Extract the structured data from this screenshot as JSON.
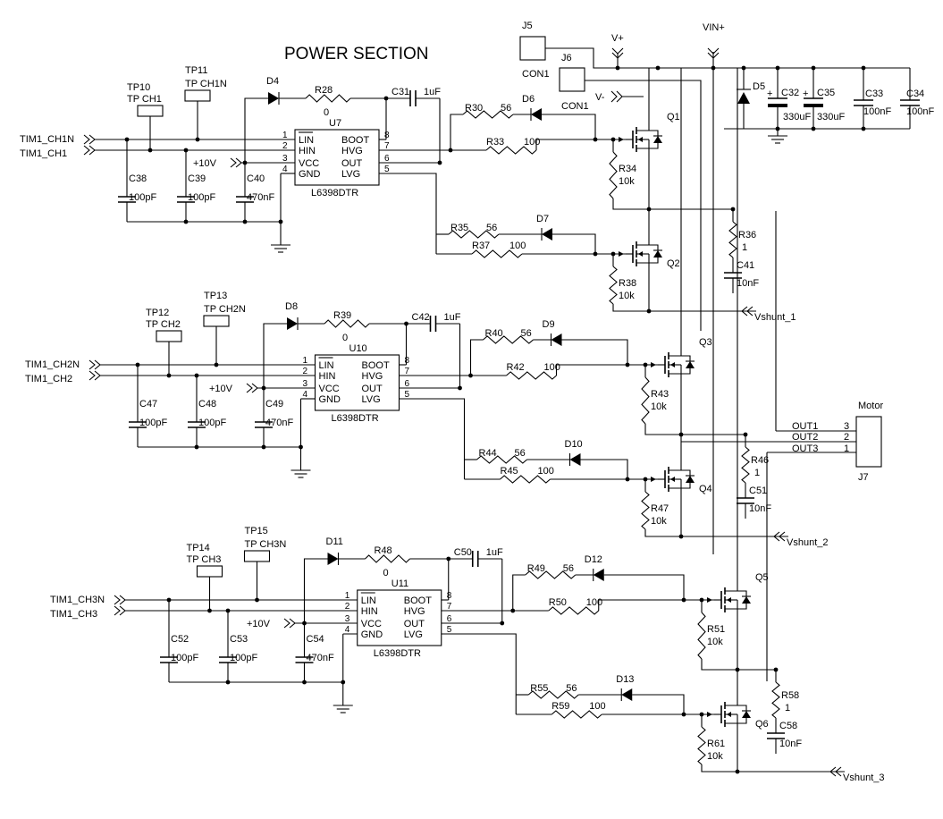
{
  "title": "POWER SECTION",
  "ic": {
    "part": "L6398DTR",
    "pins_left": [
      "1",
      "2",
      "3",
      "4"
    ],
    "pins_right": [
      "8",
      "7",
      "6",
      "5"
    ],
    "lin": "LIN",
    "hin": "HIN",
    "vcc": "VCC",
    "gnd": "GND",
    "boot": "BOOT",
    "hvg": "HVG",
    "out": "OUT",
    "lvg": "LVG"
  },
  "supply_10v": "+10V",
  "channels": [
    {
      "ic": "U7",
      "inN": "TIM1_CH1N",
      "in": "TIM1_CH1",
      "tpA": "TP10",
      "tpA_sub": "TP CH1",
      "tpB": "TP11",
      "tpB_sub": "TP CH1N",
      "c1": "C38",
      "c1v": "100pF",
      "c2": "C39",
      "c2v": "100pF",
      "c3": "C40",
      "c3v": "470nF",
      "dboot": "D4",
      "rboot": "R28",
      "rbootv": "0",
      "cboot": "C31",
      "cbootv": "1uF",
      "rgh": "R30",
      "rghv": "56",
      "dgh": "D6",
      "rgh2": "R33",
      "rgh2v": "100",
      "rpdh": "R34",
      "rpdhv": "10k",
      "qh": "Q1",
      "rgl": "R35",
      "rglv": "56",
      "dgl": "D7",
      "rgl2": "R37",
      "rgl2v": "100",
      "rpdl": "R38",
      "rpdlv": "10k",
      "ql": "Q2",
      "rsn": "R36",
      "rsnv": "1",
      "csn": "C41",
      "csnv": "10nF",
      "shunt": "Vshunt_1"
    },
    {
      "ic": "U10",
      "inN": "TIM1_CH2N",
      "in": "TIM1_CH2",
      "tpA": "TP12",
      "tpA_sub": "TP CH2",
      "tpB": "TP13",
      "tpB_sub": "TP CH2N",
      "c1": "C47",
      "c1v": "100pF",
      "c2": "C48",
      "c2v": "100pF",
      "c3": "C49",
      "c3v": "470nF",
      "dboot": "D8",
      "rboot": "R39",
      "rbootv": "0",
      "cboot": "C42",
      "cbootv": "1uF",
      "rgh": "R40",
      "rghv": "56",
      "dgh": "D9",
      "rgh2": "R42",
      "rgh2v": "100",
      "rpdh": "R43",
      "rpdhv": "10k",
      "qh": "Q3",
      "rgl": "R44",
      "rglv": "56",
      "dgl": "D10",
      "rgl2": "R45",
      "rgl2v": "100",
      "rpdl": "R47",
      "rpdlv": "10k",
      "ql": "Q4",
      "rsn": "R46",
      "rsnv": "1",
      "csn": "C51",
      "csnv": "10nF",
      "shunt": "Vshunt_2"
    },
    {
      "ic": "U11",
      "inN": "TIM1_CH3N",
      "in": "TIM1_CH3",
      "tpA": "TP14",
      "tpA_sub": "TP CH3",
      "tpB": "TP15",
      "tpB_sub": "TP CH3N",
      "c1": "C52",
      "c1v": "100pF",
      "c2": "C53",
      "c2v": "100pF",
      "c3": "C54",
      "c3v": "470nF",
      "dboot": "D11",
      "rboot": "R48",
      "rbootv": "0",
      "cboot": "C50",
      "cbootv": "1uF",
      "rgh": "R49",
      "rghv": "56",
      "dgh": "D12",
      "rgh2": "R50",
      "rgh2v": "100",
      "rpdh": "R51",
      "rpdhv": "10k",
      "qh": "Q5",
      "rgl": "R55",
      "rglv": "56",
      "dgl": "D13",
      "rgl2": "R59",
      "rgl2v": "100",
      "rpdl": "R61",
      "rpdlv": "10k",
      "ql": "Q6",
      "rsn": "R58",
      "rsnv": "1",
      "csn": "C58",
      "csnv": "10nF",
      "shunt": "Vshunt_3"
    }
  ],
  "power": {
    "j5": "J5",
    "con1a": "CON1",
    "j6": "J6",
    "con1b": "CON1",
    "vplus": "V+",
    "vminus": "V-",
    "vin": "VIN+",
    "d5": "D5",
    "c32": "C32",
    "c32v": "330uF",
    "c35": "C35",
    "c35v": "330uF",
    "c33": "C33",
    "c33v": "100nF",
    "c34": "C34",
    "c34v": "100nF",
    "plus": "+"
  },
  "motor": {
    "title": "Motor",
    "ref": "J7",
    "out1": "OUT1",
    "out2": "OUT2",
    "out3": "OUT3",
    "pins": [
      "3",
      "2",
      "1"
    ]
  }
}
